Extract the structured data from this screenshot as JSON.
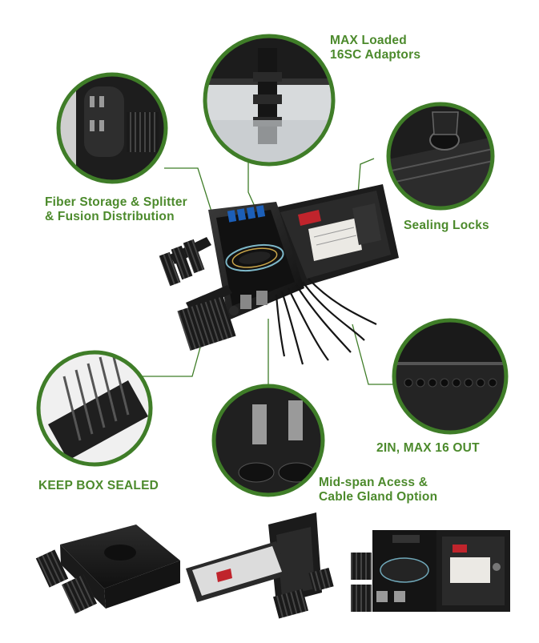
{
  "callouts": {
    "adaptors": {
      "line1": "MAX Loaded",
      "line2": "16SC Adaptors"
    },
    "fiber_storage": {
      "line1": "Fiber Storage & Splitter",
      "line2": "& Fusion Distribution"
    },
    "sealing_locks": {
      "line1": "Sealing Locks"
    },
    "ports": {
      "line1": "2IN, MAX 16 OUT"
    },
    "keep_sealed": {
      "line1": "KEEP BOX SEALED"
    },
    "mid_span": {
      "line1": "Mid-span Acess &",
      "line2": "Cable Gland Option"
    }
  },
  "colors": {
    "accent_green": "#4c8a2c",
    "circle_border": "#3f7d28",
    "product_black": "#1b1b1b",
    "adaptor_blue": "#1c5fb8"
  },
  "images": [
    "main-distribution-box",
    "fiber-storage-tray-detail",
    "sc-adaptors-detail",
    "sealing-lock-detail",
    "cable-ports-detail",
    "cable-comb-detail",
    "mid-span-gland-detail",
    "closed-box-view",
    "open-box-view",
    "front-open-box-view"
  ]
}
